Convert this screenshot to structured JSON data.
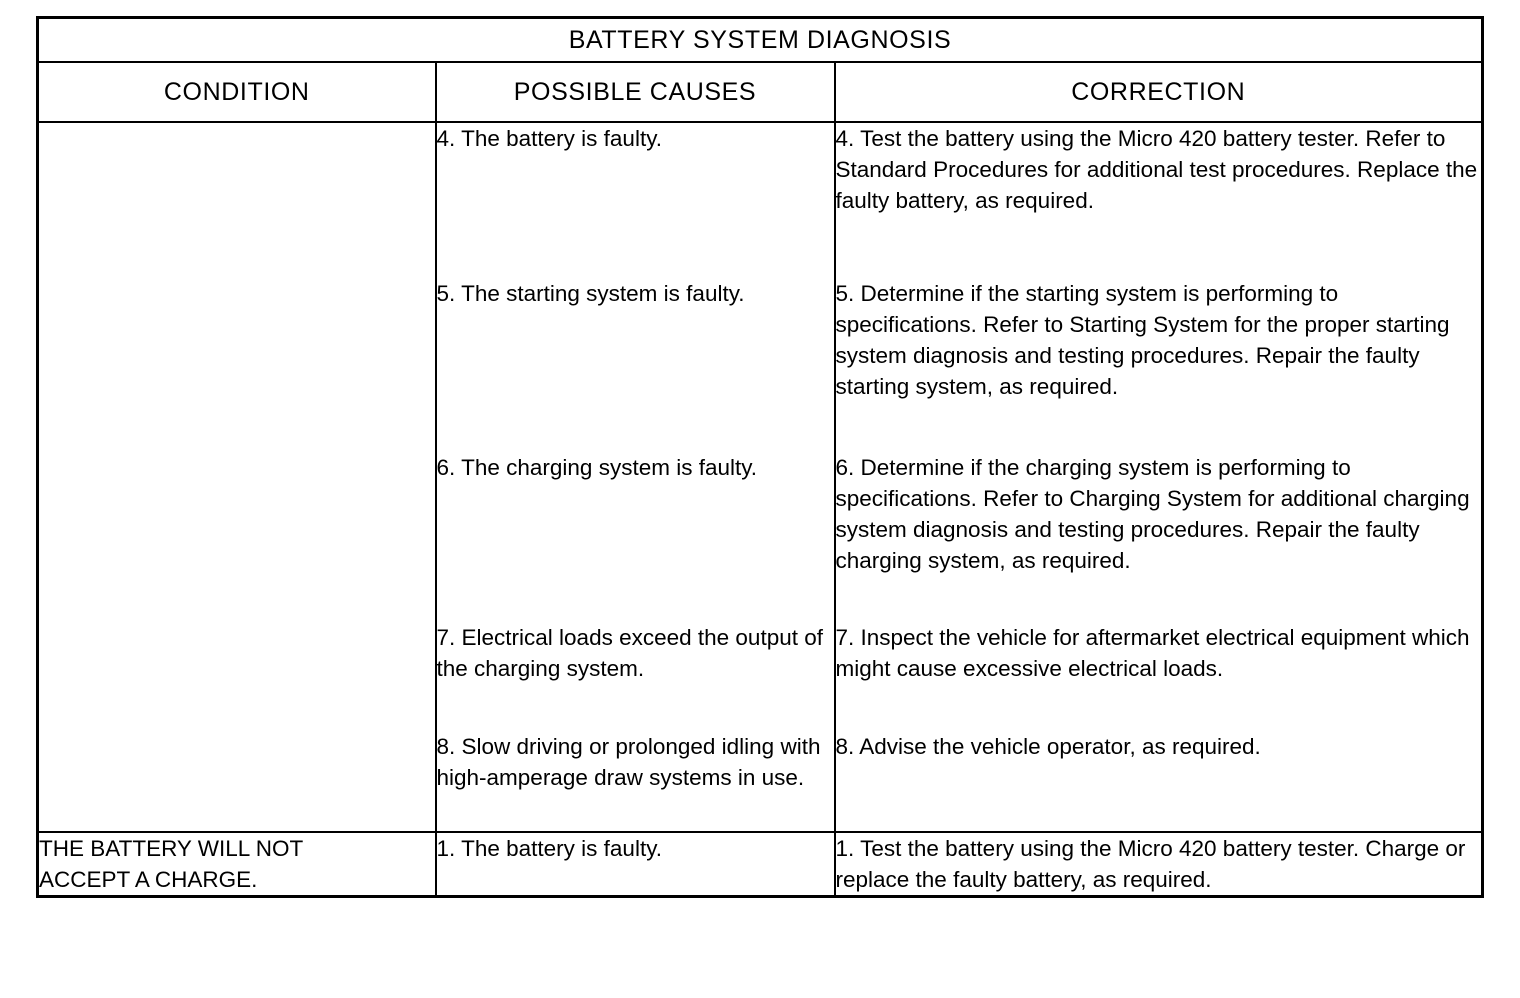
{
  "table": {
    "title": "BATTERY SYSTEM DIAGNOSIS",
    "columns": {
      "condition": "CONDITION",
      "possible_causes": "POSSIBLE CAUSES",
      "correction": "CORRECTION"
    },
    "rows": [
      {
        "condition": "",
        "entries": [
          {
            "cause": "4. The battery is faulty.",
            "correction": "4. Test the battery using the Micro 420 battery tester. Refer to Standard Procedures for additional test procedures. Replace the faulty battery, as required."
          },
          {
            "cause": "5. The starting system is faulty.",
            "correction": "5. Determine if the starting system is performing to specifications. Refer to Starting System for the proper starting system diagnosis and testing procedures. Repair the faulty starting system, as required."
          },
          {
            "cause": "6. The charging system is faulty.",
            "correction": "6. Determine if the charging system is performing to specifications. Refer to Charging System for additional charging system diagnosis and testing procedures. Repair the faulty charging system, as required."
          },
          {
            "cause": "7. Electrical loads exceed the output of the charging system.",
            "correction": "7. Inspect the vehicle for aftermarket electrical equipment which might cause excessive electrical loads."
          },
          {
            "cause": "8. Slow driving or prolonged idling with high-amperage draw systems in use.",
            "correction": "8. Advise the vehicle operator, as required."
          }
        ]
      },
      {
        "condition_line_1": "THE BATTERY WILL NOT",
        "condition_line_2": "ACCEPT A CHARGE.",
        "entries": [
          {
            "cause": "1. The battery is faulty.",
            "correction": "1. Test the battery using the Micro 420 battery tester. Charge or replace the faulty battery, as required."
          }
        ]
      }
    ]
  }
}
